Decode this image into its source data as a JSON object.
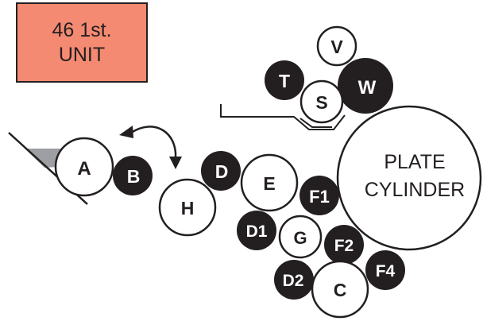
{
  "unit_label": {
    "line1": "46 1st.",
    "line2": "UNIT"
  },
  "plate_cylinder": {
    "line1": "PLATE",
    "line2": "CYLINDER"
  },
  "rollers": {
    "A": "A",
    "B": "B",
    "H": "H",
    "D": "D",
    "E": "E",
    "F1": "F1",
    "D1": "D1",
    "G": "G",
    "F2": "F2",
    "D2": "D2",
    "C": "C",
    "F4": "F4",
    "V": "V",
    "T": "T",
    "S": "S",
    "W": "W"
  },
  "colors": {
    "unit_box": "#f58a72",
    "dark_roller": "#231f20",
    "light_roller": "#ffffff",
    "fountain": "#9d9fa2"
  }
}
